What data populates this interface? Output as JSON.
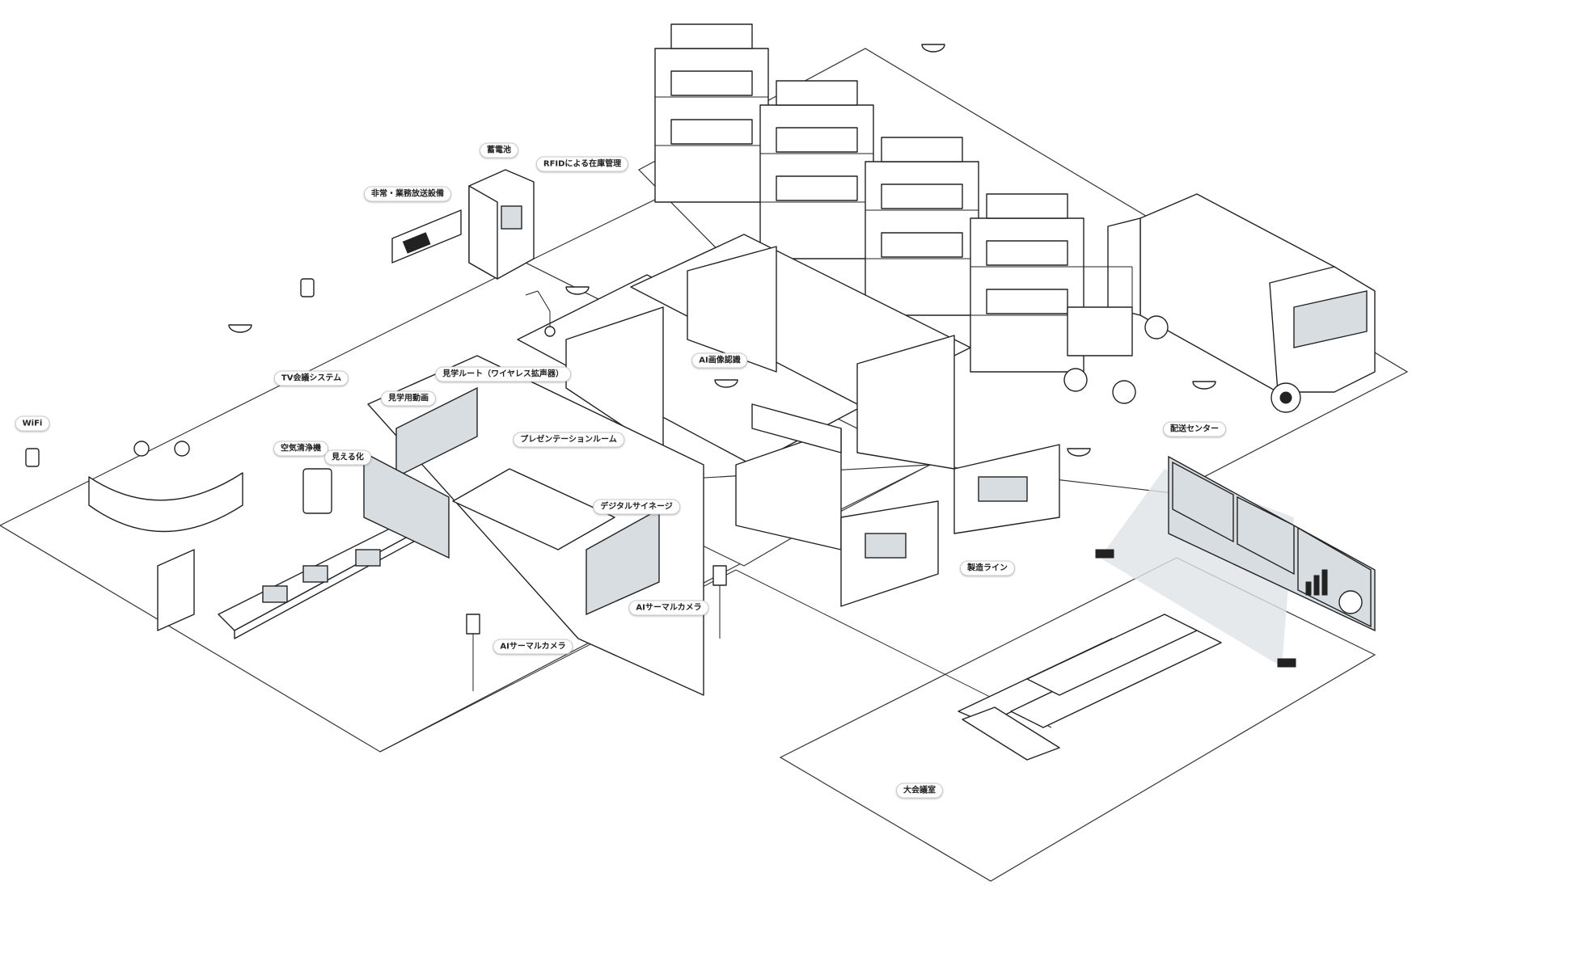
{
  "labels": {
    "wifi": "WiFi",
    "battery": "蓄電池",
    "rfid": "RFIDによる在庫管理",
    "emergency_broadcast": "非常・業務放送設備",
    "tv_conference": "TV会議システム",
    "tour_video": "見学用動画",
    "tour_route": "見学ルート（ワイヤレス拡声器）",
    "ai_image_recognition": "AI画像認識",
    "presentation_room": "プレゼンテーションルーム",
    "air_purifier": "空気清浄機",
    "visualization": "見える化",
    "digital_signage": "デジタルサイネージ",
    "distribution_center": "配送センター",
    "production_line": "製造ライン",
    "ai_thermal_camera_1": "AIサーマルカメラ",
    "ai_thermal_camera_2": "AIサーマルカメラ",
    "large_meeting_room": "大会議室"
  },
  "colors": {
    "line": "#222222",
    "screen": "#d7dde1",
    "beam": "#dfe4e7",
    "floor": "#ffffff"
  },
  "icons": [
    "wifi-icon",
    "dome-camera-icon",
    "projector-icon",
    "battery-cabinet-icon",
    "broadcast-panel-icon",
    "robot-arm-icon",
    "truck-icon",
    "forklift-icon"
  ]
}
